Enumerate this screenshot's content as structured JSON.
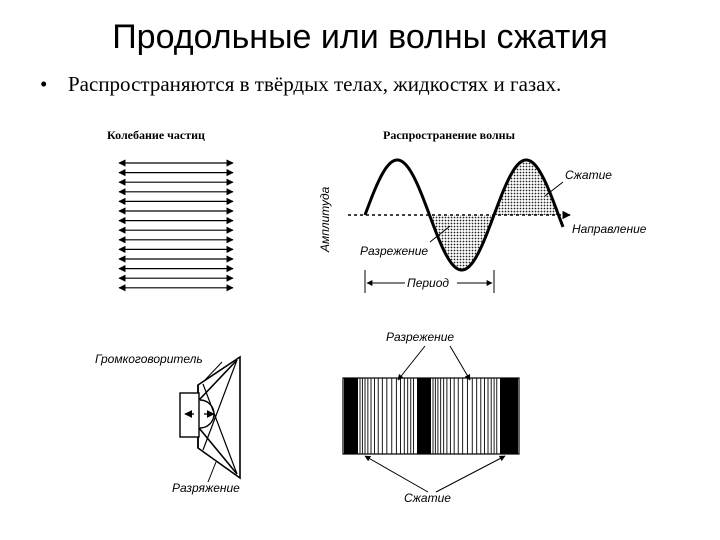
{
  "title": "Продольные или волны сжатия",
  "bullet": {
    "marker": "•",
    "text": "Распространяются в твёрдых телах, жидкостях и газах."
  },
  "oscillation": {
    "heading": "Колебание частиц"
  },
  "propagation": {
    "heading": "Распространение волны",
    "amplitude_label": "Амплитуда",
    "compression_label": "Сжатие",
    "direction_label": "Направление",
    "rarefaction_label": "Разрежение",
    "period_label": "Период"
  },
  "loudspeaker": {
    "name_label": "Громкоговоритель",
    "rarefaction_label": "Разряжение"
  },
  "pattern": {
    "rarefaction_label": "Разрежение",
    "compression_label": "Сжатие"
  }
}
